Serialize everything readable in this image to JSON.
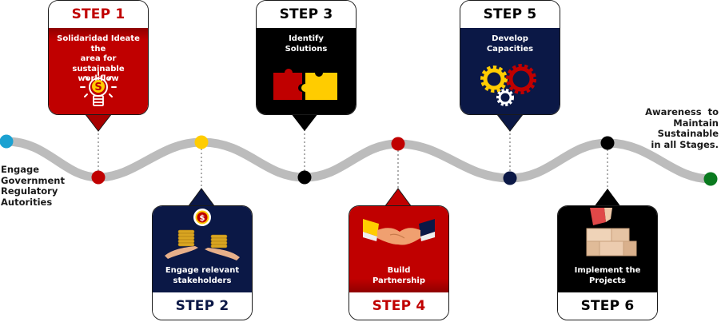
{
  "title": "Sustainable workflow steps",
  "colors": {
    "red": "#c00000",
    "black": "#000000",
    "navy": "#0b1846",
    "yellow": "#ffcc00",
    "cyan": "#1ba1d1",
    "green": "#0a7a1f",
    "path": "#bcbcbc"
  },
  "start_label": [
    "Engage",
    "Government",
    "Regulatory",
    "Autorities"
  ],
  "end_label": [
    "Awareness  to",
    "Maintain",
    "Sustainable",
    "in all Stages."
  ],
  "steps": [
    {
      "label": "STEP 1",
      "description": [
        "Solidaridad Ideate the",
        "area for sustainable",
        "workflow"
      ],
      "icon": "lightbulb-dollar-icon",
      "theme": "red",
      "position": "top"
    },
    {
      "label": "STEP 2",
      "description": [
        "Engage relevant",
        "stakeholders"
      ],
      "icon": "hands-coins-icon",
      "theme": "navy",
      "position": "bottom"
    },
    {
      "label": "STEP 3",
      "description": [
        "Identify",
        "Solutions"
      ],
      "icon": "puzzle-icon",
      "theme": "black",
      "position": "top"
    },
    {
      "label": "STEP 4",
      "description": [
        "Build",
        "Partnership"
      ],
      "icon": "handshake-icon",
      "theme": "red",
      "position": "bottom"
    },
    {
      "label": "STEP 5",
      "description": [
        "Develop",
        "Capacities"
      ],
      "icon": "gears-icon",
      "theme": "navy",
      "position": "top"
    },
    {
      "label": "STEP 6",
      "description": [
        "Implement the",
        "Projects"
      ],
      "icon": "bricks-icon",
      "theme": "black",
      "position": "bottom"
    }
  ],
  "nodes": [
    {
      "name": "start",
      "color": "cyan"
    },
    {
      "name": "step-1",
      "color": "red"
    },
    {
      "name": "step-2",
      "color": "yellow"
    },
    {
      "name": "step-3",
      "color": "black"
    },
    {
      "name": "step-4",
      "color": "red"
    },
    {
      "name": "step-5",
      "color": "navy"
    },
    {
      "name": "step-6",
      "color": "black"
    },
    {
      "name": "end",
      "color": "green"
    }
  ]
}
